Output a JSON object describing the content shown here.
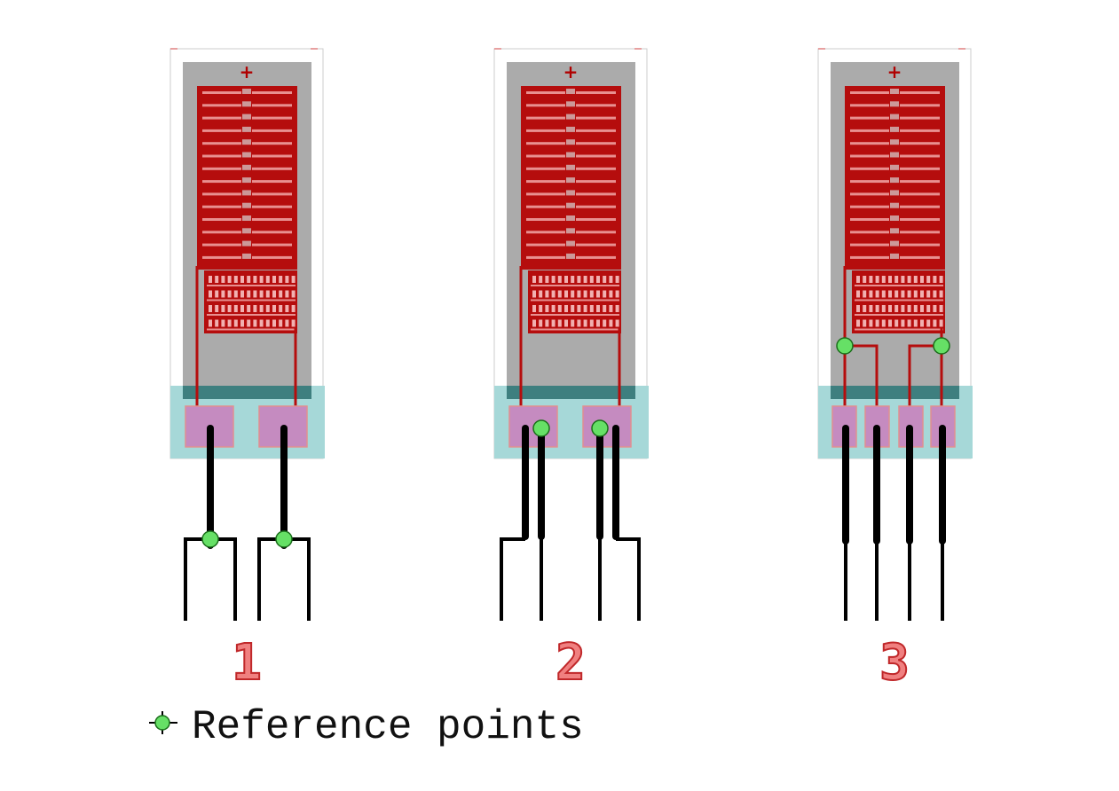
{
  "gauges": [
    {
      "label": "1",
      "variant": "two-wire",
      "plus": "+"
    },
    {
      "label": "2",
      "variant": "three-wire",
      "plus": "+"
    },
    {
      "label": "3",
      "variant": "four-wire",
      "plus": "+"
    }
  ],
  "legend": {
    "label": "Reference points",
    "icon": "reference-point-icon"
  },
  "colors": {
    "grid": "#b50d0d",
    "carrier": "#ababab",
    "base": "#a6d8d8",
    "pad": "#c58bc0",
    "reference": "#66e066",
    "lead": "#000000",
    "number": "#f08080"
  }
}
